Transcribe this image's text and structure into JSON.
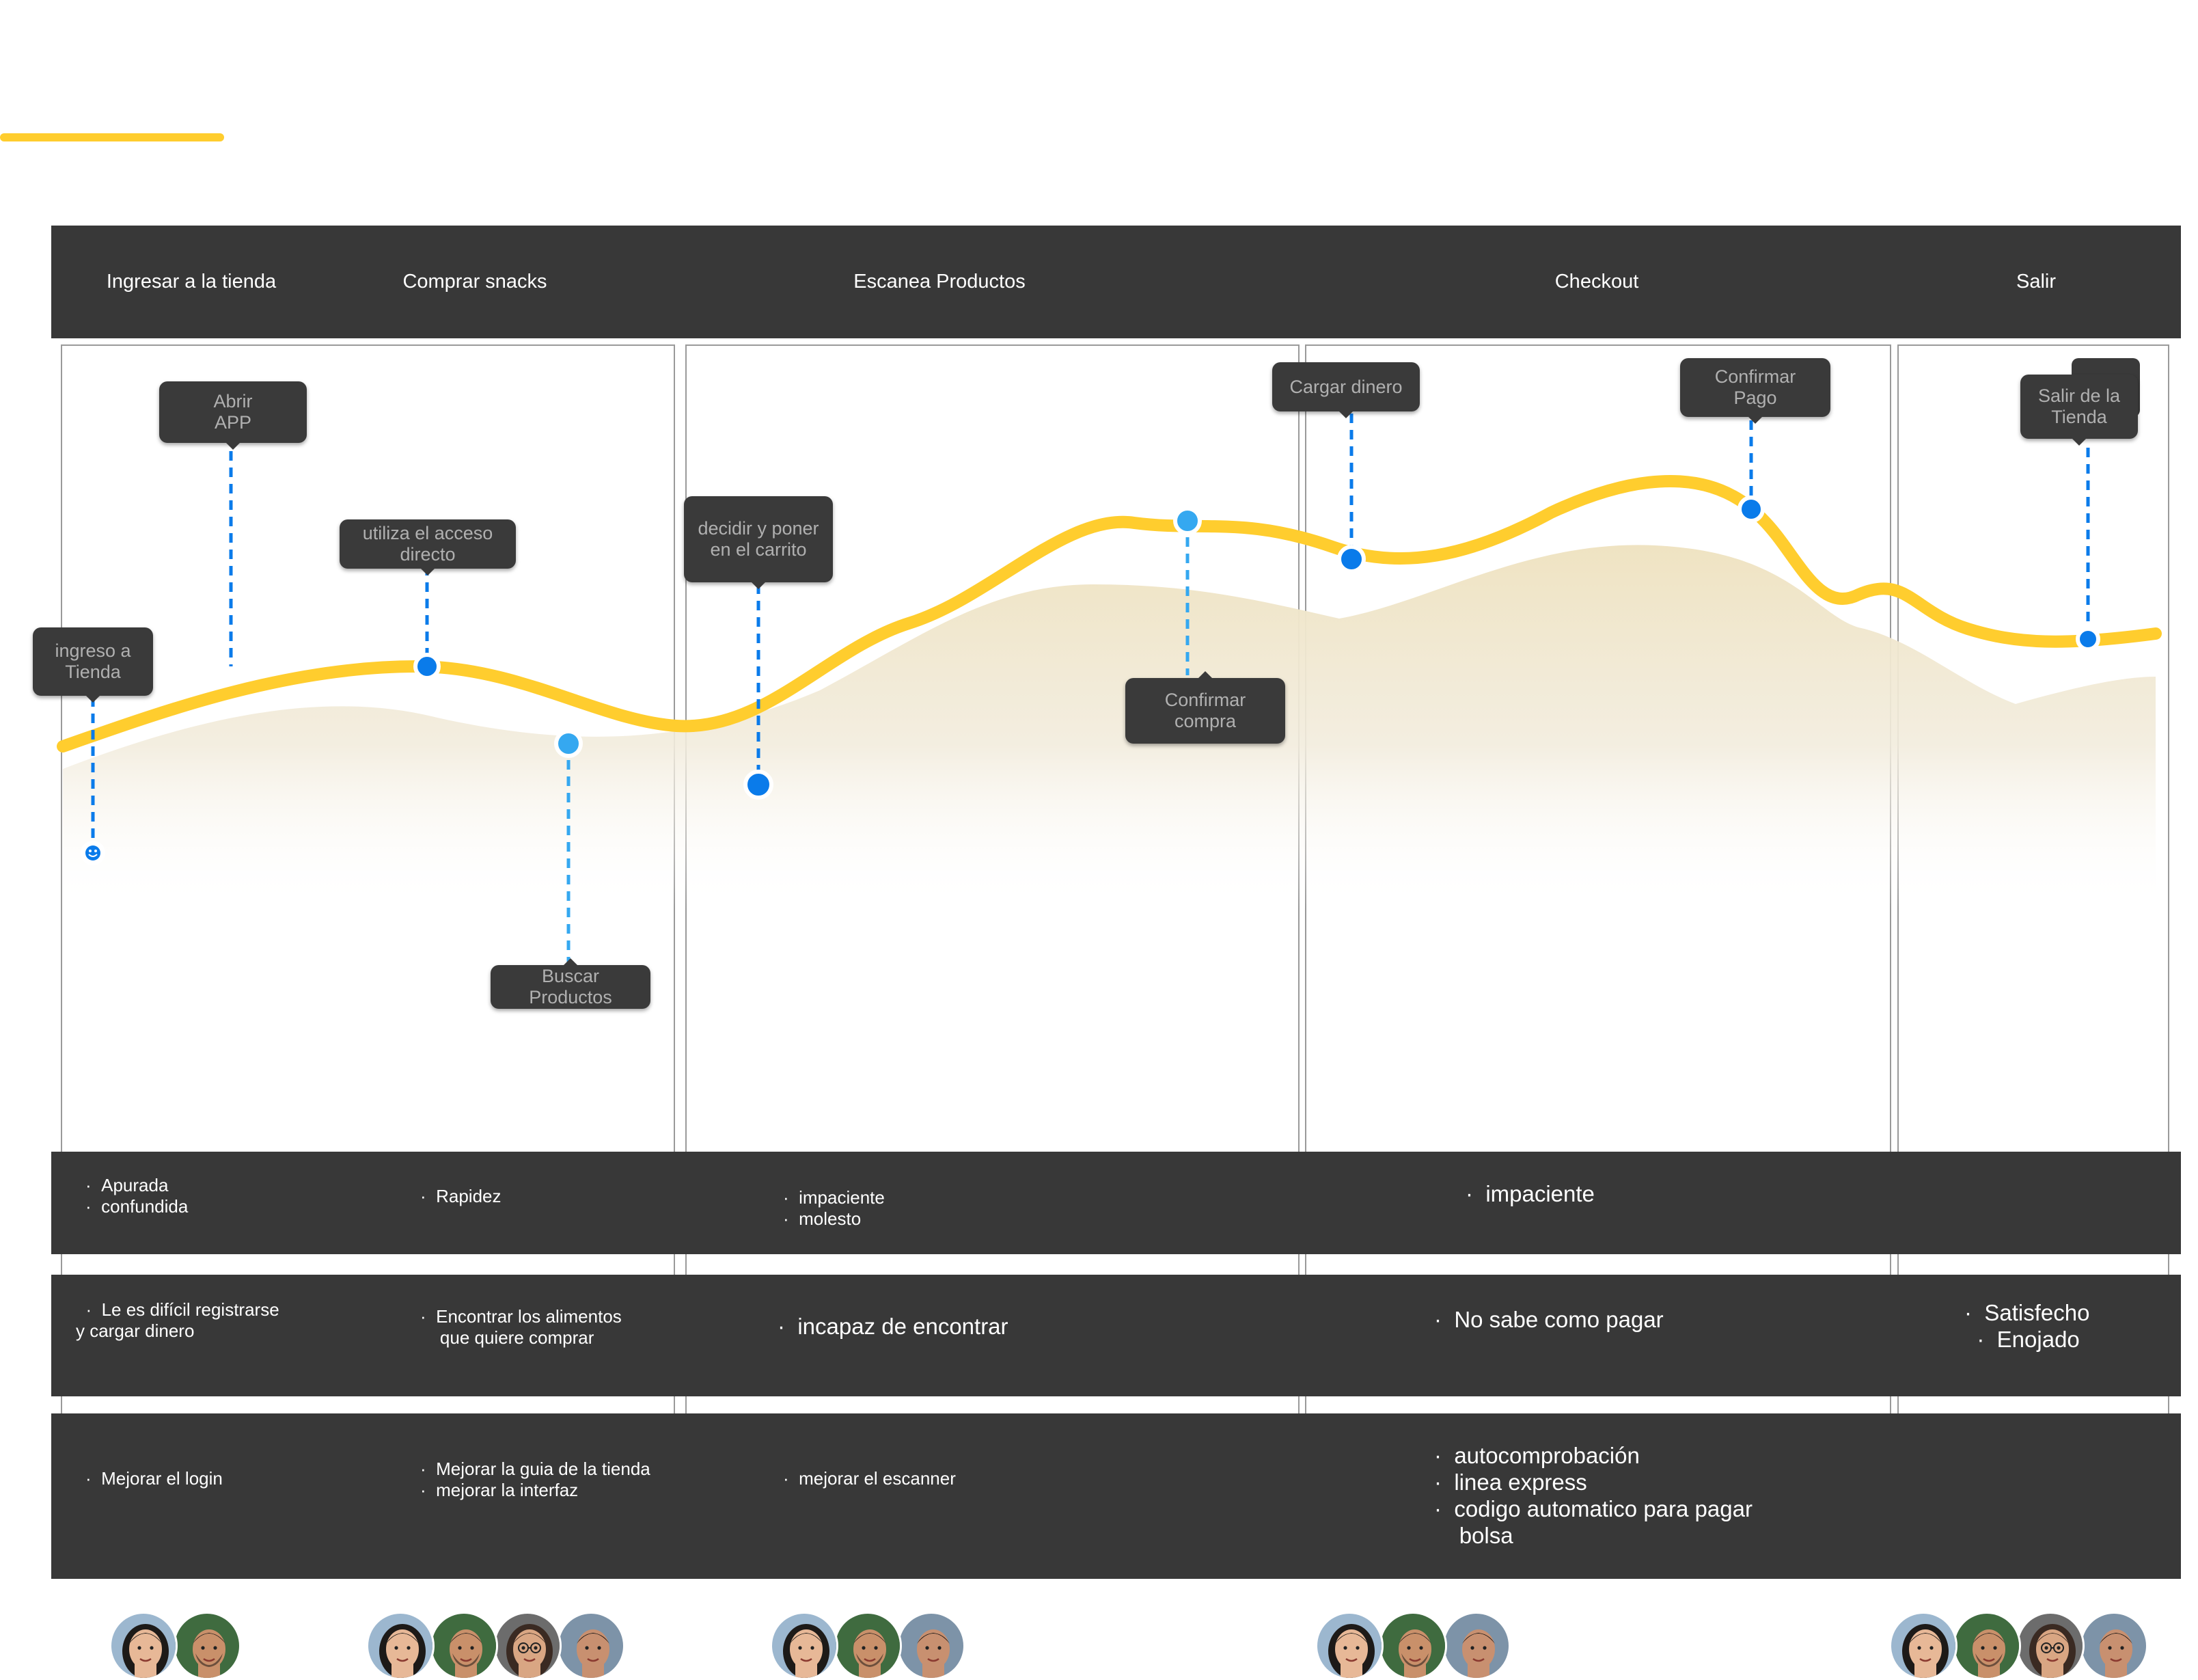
{
  "colors": {
    "accent": "#FFCD2E",
    "header_bg": "#383838",
    "point_blue": "#0A7BEA",
    "point_light_blue": "#35A8F0",
    "area_fill": "#EFE3C2"
  },
  "stages": [
    {
      "label": "Ingresar a la tienda"
    },
    {
      "label": "Comprar  snacks"
    },
    {
      "label": "Escanea Productos"
    },
    {
      "label": "Checkout"
    },
    {
      "label": "Salir"
    }
  ],
  "touchpoints": {
    "ingreso": {
      "lines": [
        "ingreso a",
        "Tienda"
      ]
    },
    "abrir_app": {
      "lines": [
        "Abrir",
        "APP"
      ]
    },
    "acceso_directo": {
      "lines": [
        "utiliza el acceso",
        "directo"
      ]
    },
    "buscar_productos": {
      "lines": [
        "Buscar",
        "Productos"
      ]
    },
    "decidir": {
      "lines": [
        "decidir y poner",
        "en el carrito"
      ]
    },
    "confirmar_compra": {
      "lines": [
        "Confirmar",
        "compra"
      ]
    },
    "cargar_dinero": {
      "lines": [
        "Cargar dinero"
      ]
    },
    "confirmar_pago": {
      "lines": [
        "Confirmar",
        "Pago"
      ]
    },
    "salir_tienda": {
      "lines": [
        "Salir de la",
        "Tienda"
      ]
    }
  },
  "feelings": {
    "ingresar": [
      "Apurada",
      "confundida"
    ],
    "comprar": [
      "Rapidez"
    ],
    "escanea": [
      "impaciente",
      "molesto"
    ],
    "checkout": [
      "impaciente"
    ]
  },
  "pain_points": {
    "ingresar": [
      "Le es difícil registrarse",
      "y cargar dinero"
    ],
    "comprar": [
      "Encontrar los alimentos",
      "que quiere comprar"
    ],
    "escanea": [
      "incapaz de encontrar"
    ],
    "checkout": [
      "No sabe como pagar"
    ],
    "salir": [
      "Satisfecho",
      "Enojado"
    ]
  },
  "opportunities": {
    "ingresar": [
      "Mejorar el login"
    ],
    "comprar": [
      "Mejorar la guia de  la tienda",
      "mejorar la interfaz"
    ],
    "escanea": [
      "mejorar el escanner"
    ],
    "checkout": [
      "autocomprobación",
      "linea express",
      "codigo automatico para pagar",
      "bolsa"
    ]
  },
  "personas": {
    "ingresar": [
      "persona-woman",
      "persona-man-beard"
    ],
    "comprar": [
      "persona-woman",
      "persona-man-beard",
      "persona-woman-glasses",
      "persona-man-young"
    ],
    "escanea": [
      "persona-woman",
      "persona-man-beard",
      "persona-man-young"
    ],
    "checkout": [
      "persona-woman",
      "persona-man-beard",
      "persona-man-young"
    ],
    "salir": [
      "persona-woman",
      "persona-man-beard",
      "persona-woman-glasses",
      "persona-man-young"
    ]
  }
}
